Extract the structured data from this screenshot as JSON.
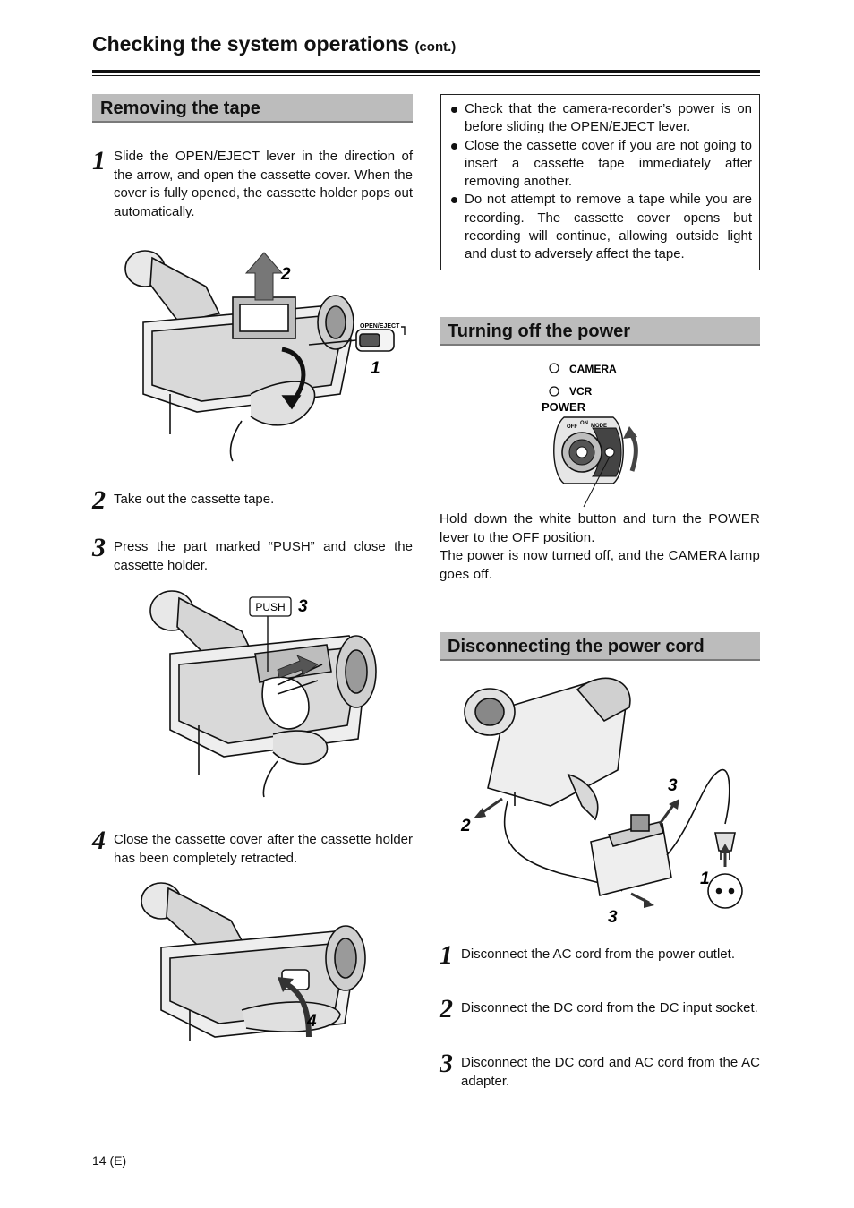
{
  "header": {
    "title": "Checking the system operations",
    "cont": "(cont.)"
  },
  "removing": {
    "heading": "Removing the tape",
    "steps": [
      {
        "num": "1",
        "text": "Slide the OPEN/EJECT lever in the direction of the arrow, and open the cassette cover. When the cover is fully opened, the cassette holder pops out automatically."
      },
      {
        "num": "2",
        "text": "Take out the cassette tape."
      },
      {
        "num": "3",
        "text": "Press the part marked “PUSH” and close the cassette holder."
      },
      {
        "num": "4",
        "text": "Close the cassette cover after the cassette holder has been completely retracted."
      }
    ],
    "fig1": {
      "lever_label": "OPEN/EJECT",
      "callout_a": "2",
      "callout_b": "1"
    },
    "fig2": {
      "push_label": "PUSH",
      "callout": "3"
    },
    "fig3": {
      "callout": "4"
    }
  },
  "notes": [
    "Check that the camera-recorder’s power is on before sliding the OPEN/EJECT lever.",
    "Close the cassette cover if you are not going to insert a cassette tape immediately after removing another.",
    "Do not attempt to remove a tape while you are recording. The cassette cover opens but recording will continue, allowing outside light and dust to adversely affect the tape."
  ],
  "power": {
    "heading": "Turning off the power",
    "camera_label": "CAMERA",
    "vcr_label": "VCR",
    "power_label": "POWER",
    "dial_labels": [
      "OFF",
      "ON",
      "MODE"
    ],
    "para1": "Hold down the white button and turn the POWER lever to the OFF position.",
    "para2": "The power is now turned off, and the CAMERA lamp goes off."
  },
  "cord": {
    "heading": "Disconnecting the power cord",
    "fig": {
      "callout_top": "3",
      "callout_left": "2",
      "callout_plug": "1",
      "callout_bottom": "3"
    },
    "steps": [
      {
        "num": "1",
        "text": "Disconnect the AC cord from the power outlet."
      },
      {
        "num": "2",
        "text": "Disconnect the DC cord from the DC input socket."
      },
      {
        "num": "3",
        "text": "Disconnect the DC cord and AC cord from the AC adapter."
      }
    ]
  },
  "footer": {
    "page": "14 (E)"
  }
}
